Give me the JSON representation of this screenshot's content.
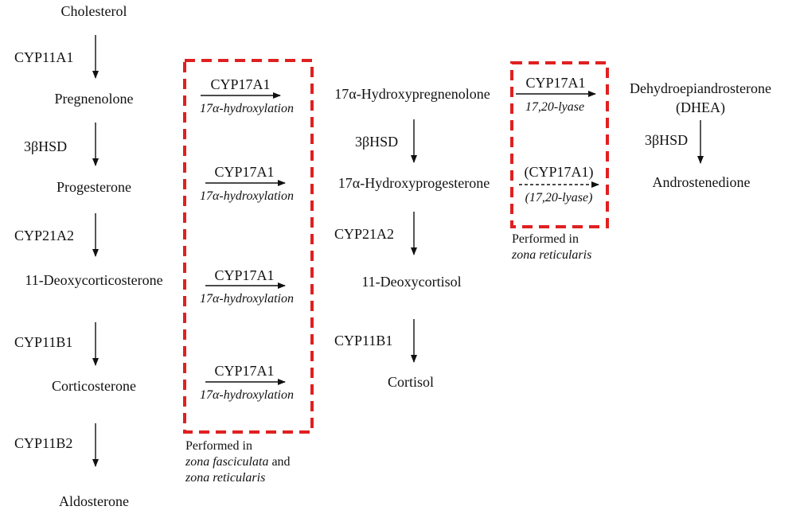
{
  "col1": {
    "cholesterol": "Cholesterol",
    "cyp11a1": "CYP11A1",
    "pregnenolone": "Pregnenolone",
    "hsd3b": "3βHSD",
    "progesterone": "Progesterone",
    "cyp21a2": "CYP21A2",
    "deoxycorticosterone": "11-Deoxycorticosterone",
    "cyp11b1": "CYP11B1",
    "corticosterone": "Corticosterone",
    "cyp11b2": "CYP11B2",
    "aldosterone": "Aldosterone"
  },
  "hydroxylation_box": {
    "enzyme": "CYP17A1",
    "reaction": "17α-hydroxylation",
    "note_line1": "Performed in",
    "note_line2_italic": "zona fasciculata",
    "note_line2_rest": " and",
    "note_line3_italic": "zona reticularis"
  },
  "col2": {
    "hydroxypregnenolone": "17α-Hydroxypregnenolone",
    "hsd3b": "3βHSD",
    "hydroxyprogesterone": "17α-Hydroxyprogesterone",
    "cyp21a2": "CYP21A2",
    "deoxycortisol": "11-Deoxycortisol",
    "cyp11b1": "CYP11B1",
    "cortisol": "Cortisol"
  },
  "lyase_box": {
    "enzyme": "CYP17A1",
    "reaction": "17,20-lyase",
    "enzyme_minor": "(CYP17A1)",
    "reaction_minor": "(17,20-lyase)",
    "note_line1": "Performed in",
    "note_line2_italic": "zona reticularis"
  },
  "col3": {
    "dhea_line1": "Dehydroepiandrosterone",
    "dhea_line2": "(DHEA)",
    "hsd3b": "3βHSD",
    "androstenedione": "Androstenedione"
  }
}
